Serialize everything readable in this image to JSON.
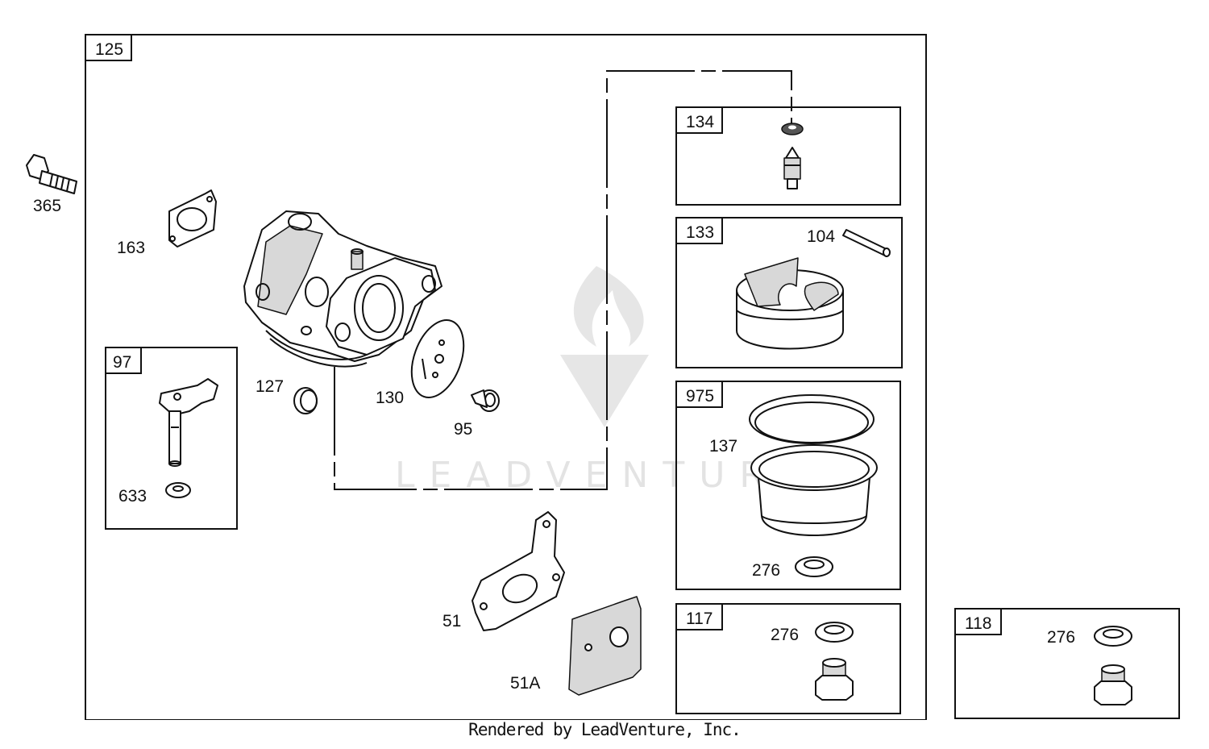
{
  "diagram": {
    "boxes": {
      "main": "125",
      "needle_seat": "134",
      "float": "133",
      "bowl": "975",
      "plug_117": "117",
      "plug_118": "118",
      "lever": "97"
    },
    "callouts": {
      "bolt": "365",
      "gasket_163": "163",
      "plug_127": "127",
      "throttle_plate": "130",
      "screw": "95",
      "washer_633": "633",
      "float_pin": "104",
      "bowl_gasket": "137",
      "bowl_washer": "276",
      "washer_117": "276",
      "washer_118": "276",
      "gasket_51": "51",
      "gasket_51A": "51A"
    },
    "watermark": "LEADVENTURE"
  },
  "footer": "Rendered by LeadVenture, Inc."
}
